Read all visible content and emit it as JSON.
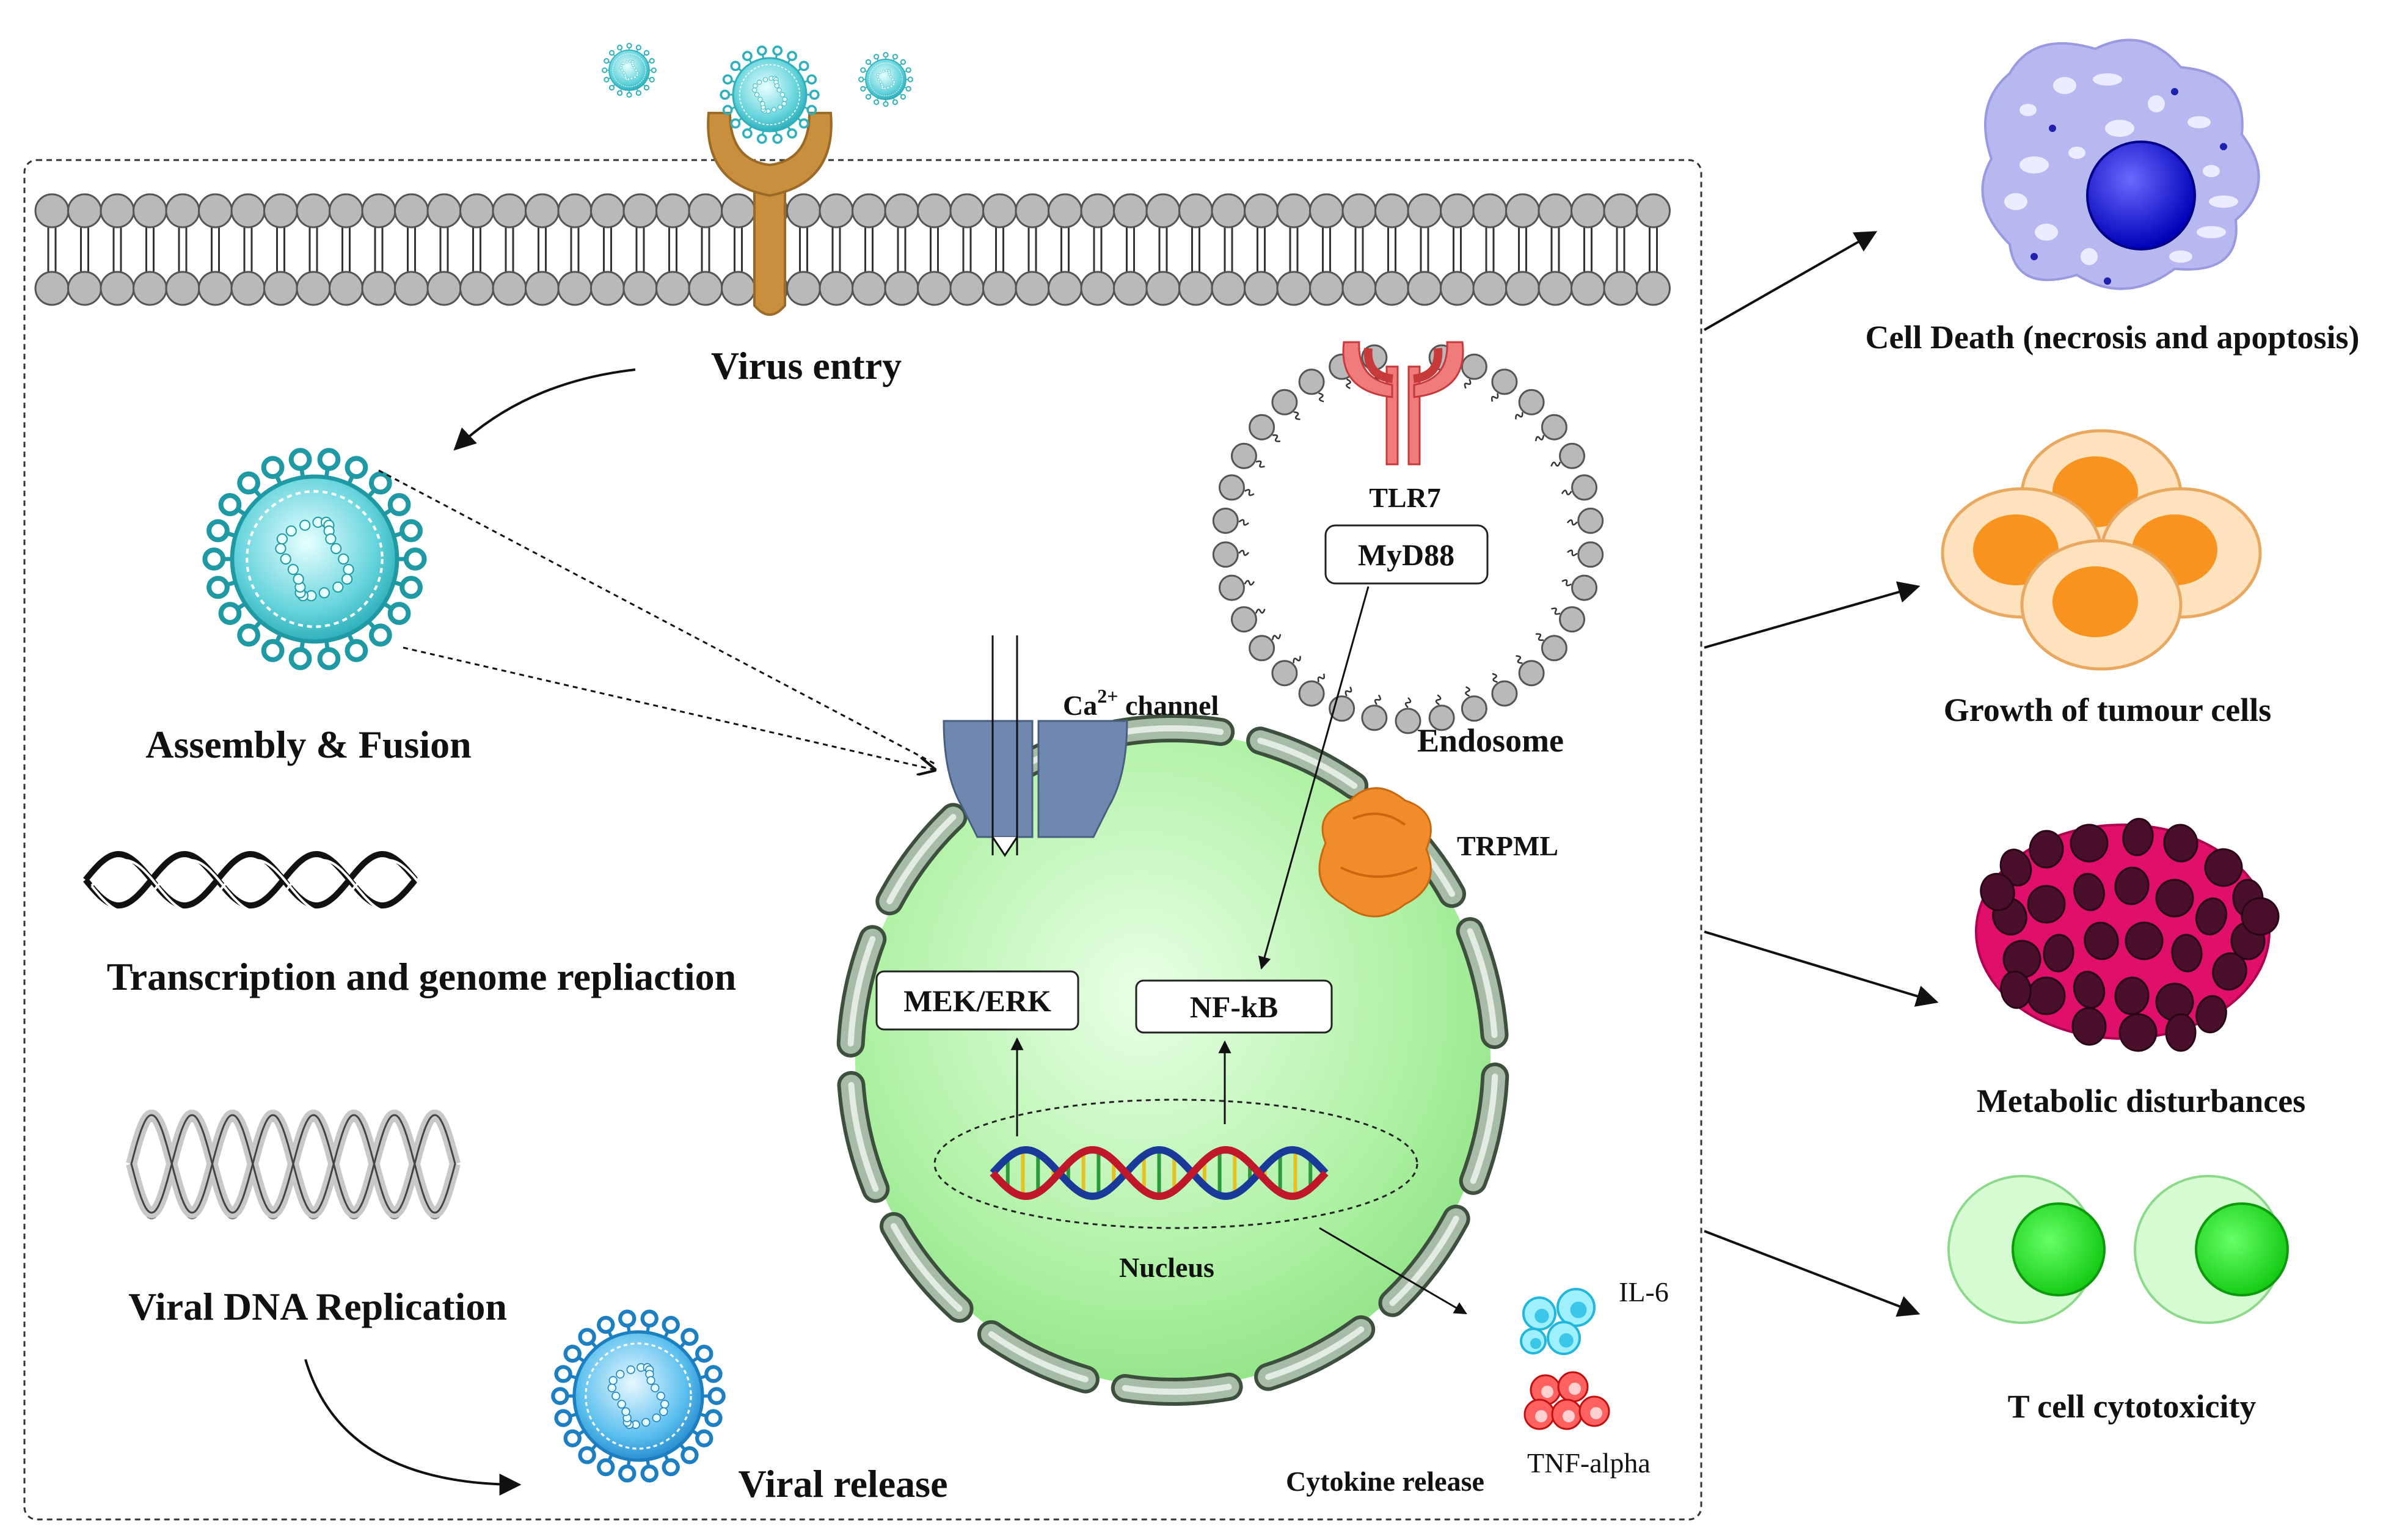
{
  "labels": {
    "virus_entry": "Virus entry",
    "assembly_fusion": "Assembly & Fusion",
    "transcription": "Transcription and genome repliaction",
    "viral_dna_replication": "Viral DNA Replication",
    "viral_release": "Viral release",
    "ca_channel_prefix": "Ca",
    "ca_channel_sup": "2+",
    "ca_channel_suffix": " channel",
    "tlr7": "TLR7",
    "myd88": "MyD88",
    "endosome": "Endosome",
    "trpml": "TRPML",
    "mek_erk": "MEK/ERK",
    "nf_kb": "NF-kB",
    "nucleus": "Nucleus",
    "il6": "IL-6",
    "tnf_alpha": "TNF-alpha",
    "cytokine_release": "Cytokine release"
  },
  "outcomes": [
    {
      "label": "Cell Death (necrosis and apoptosis)"
    },
    {
      "label": "Growth of tumour cells"
    },
    {
      "label": "Metabolic disturbances"
    },
    {
      "label": "T cell cytotoxicity"
    }
  ],
  "colors": {
    "membrane_head": "#b9b9b9",
    "receptor": "#c98f3c",
    "virus": "#4fc6cf",
    "nucleus": "#a8f0a0",
    "nucleus_segment": "#6e8a6e",
    "ca_channel": "#6f88b0",
    "trpml": "#f08c2a",
    "tlr7": "#e74c4c",
    "il6": "#39c6e8",
    "tnf": "#e02020",
    "cell_death": "#b8b8f0",
    "tumour": "#f7a23a",
    "metabolic": "#e0106a",
    "tcell": "#22dd22"
  }
}
